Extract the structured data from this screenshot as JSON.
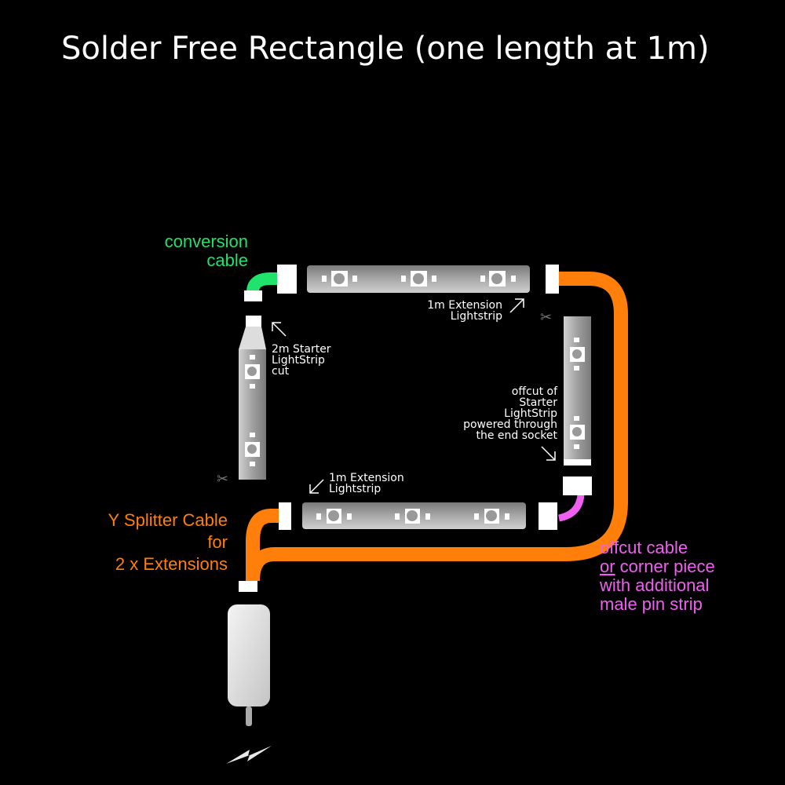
{
  "title": "Solder Free Rectangle (one length at 1m)",
  "colors": {
    "background": "#000000",
    "green": "#1fe36b",
    "orange": "#ff7f0a",
    "pink": "#f060f0",
    "strip": "#9a9a9a",
    "text": "#ffffff"
  },
  "labels": {
    "conversion_cable": [
      "conversion",
      "cable"
    ],
    "top_extension": [
      "1m Extension",
      "Lightstrip"
    ],
    "starter_cut": [
      "2m Starter",
      "LightStrip",
      "cut"
    ],
    "offcut": [
      "offcut of",
      "Starter",
      "LightStrip",
      "powered through",
      "the end socket"
    ],
    "bottom_extension": [
      "1m Extension",
      "Lightstrip"
    ],
    "y_splitter": [
      "Y Splitter Cable",
      "for",
      "2 x Extensions"
    ],
    "offcut_cable": [
      "offcut cable",
      "or",
      " corner piece",
      "with additional",
      "male pin strip"
    ]
  },
  "icons": [
    "scissors-icon",
    "arrow-icon",
    "lightning-bolt-icon",
    "power-supply"
  ]
}
